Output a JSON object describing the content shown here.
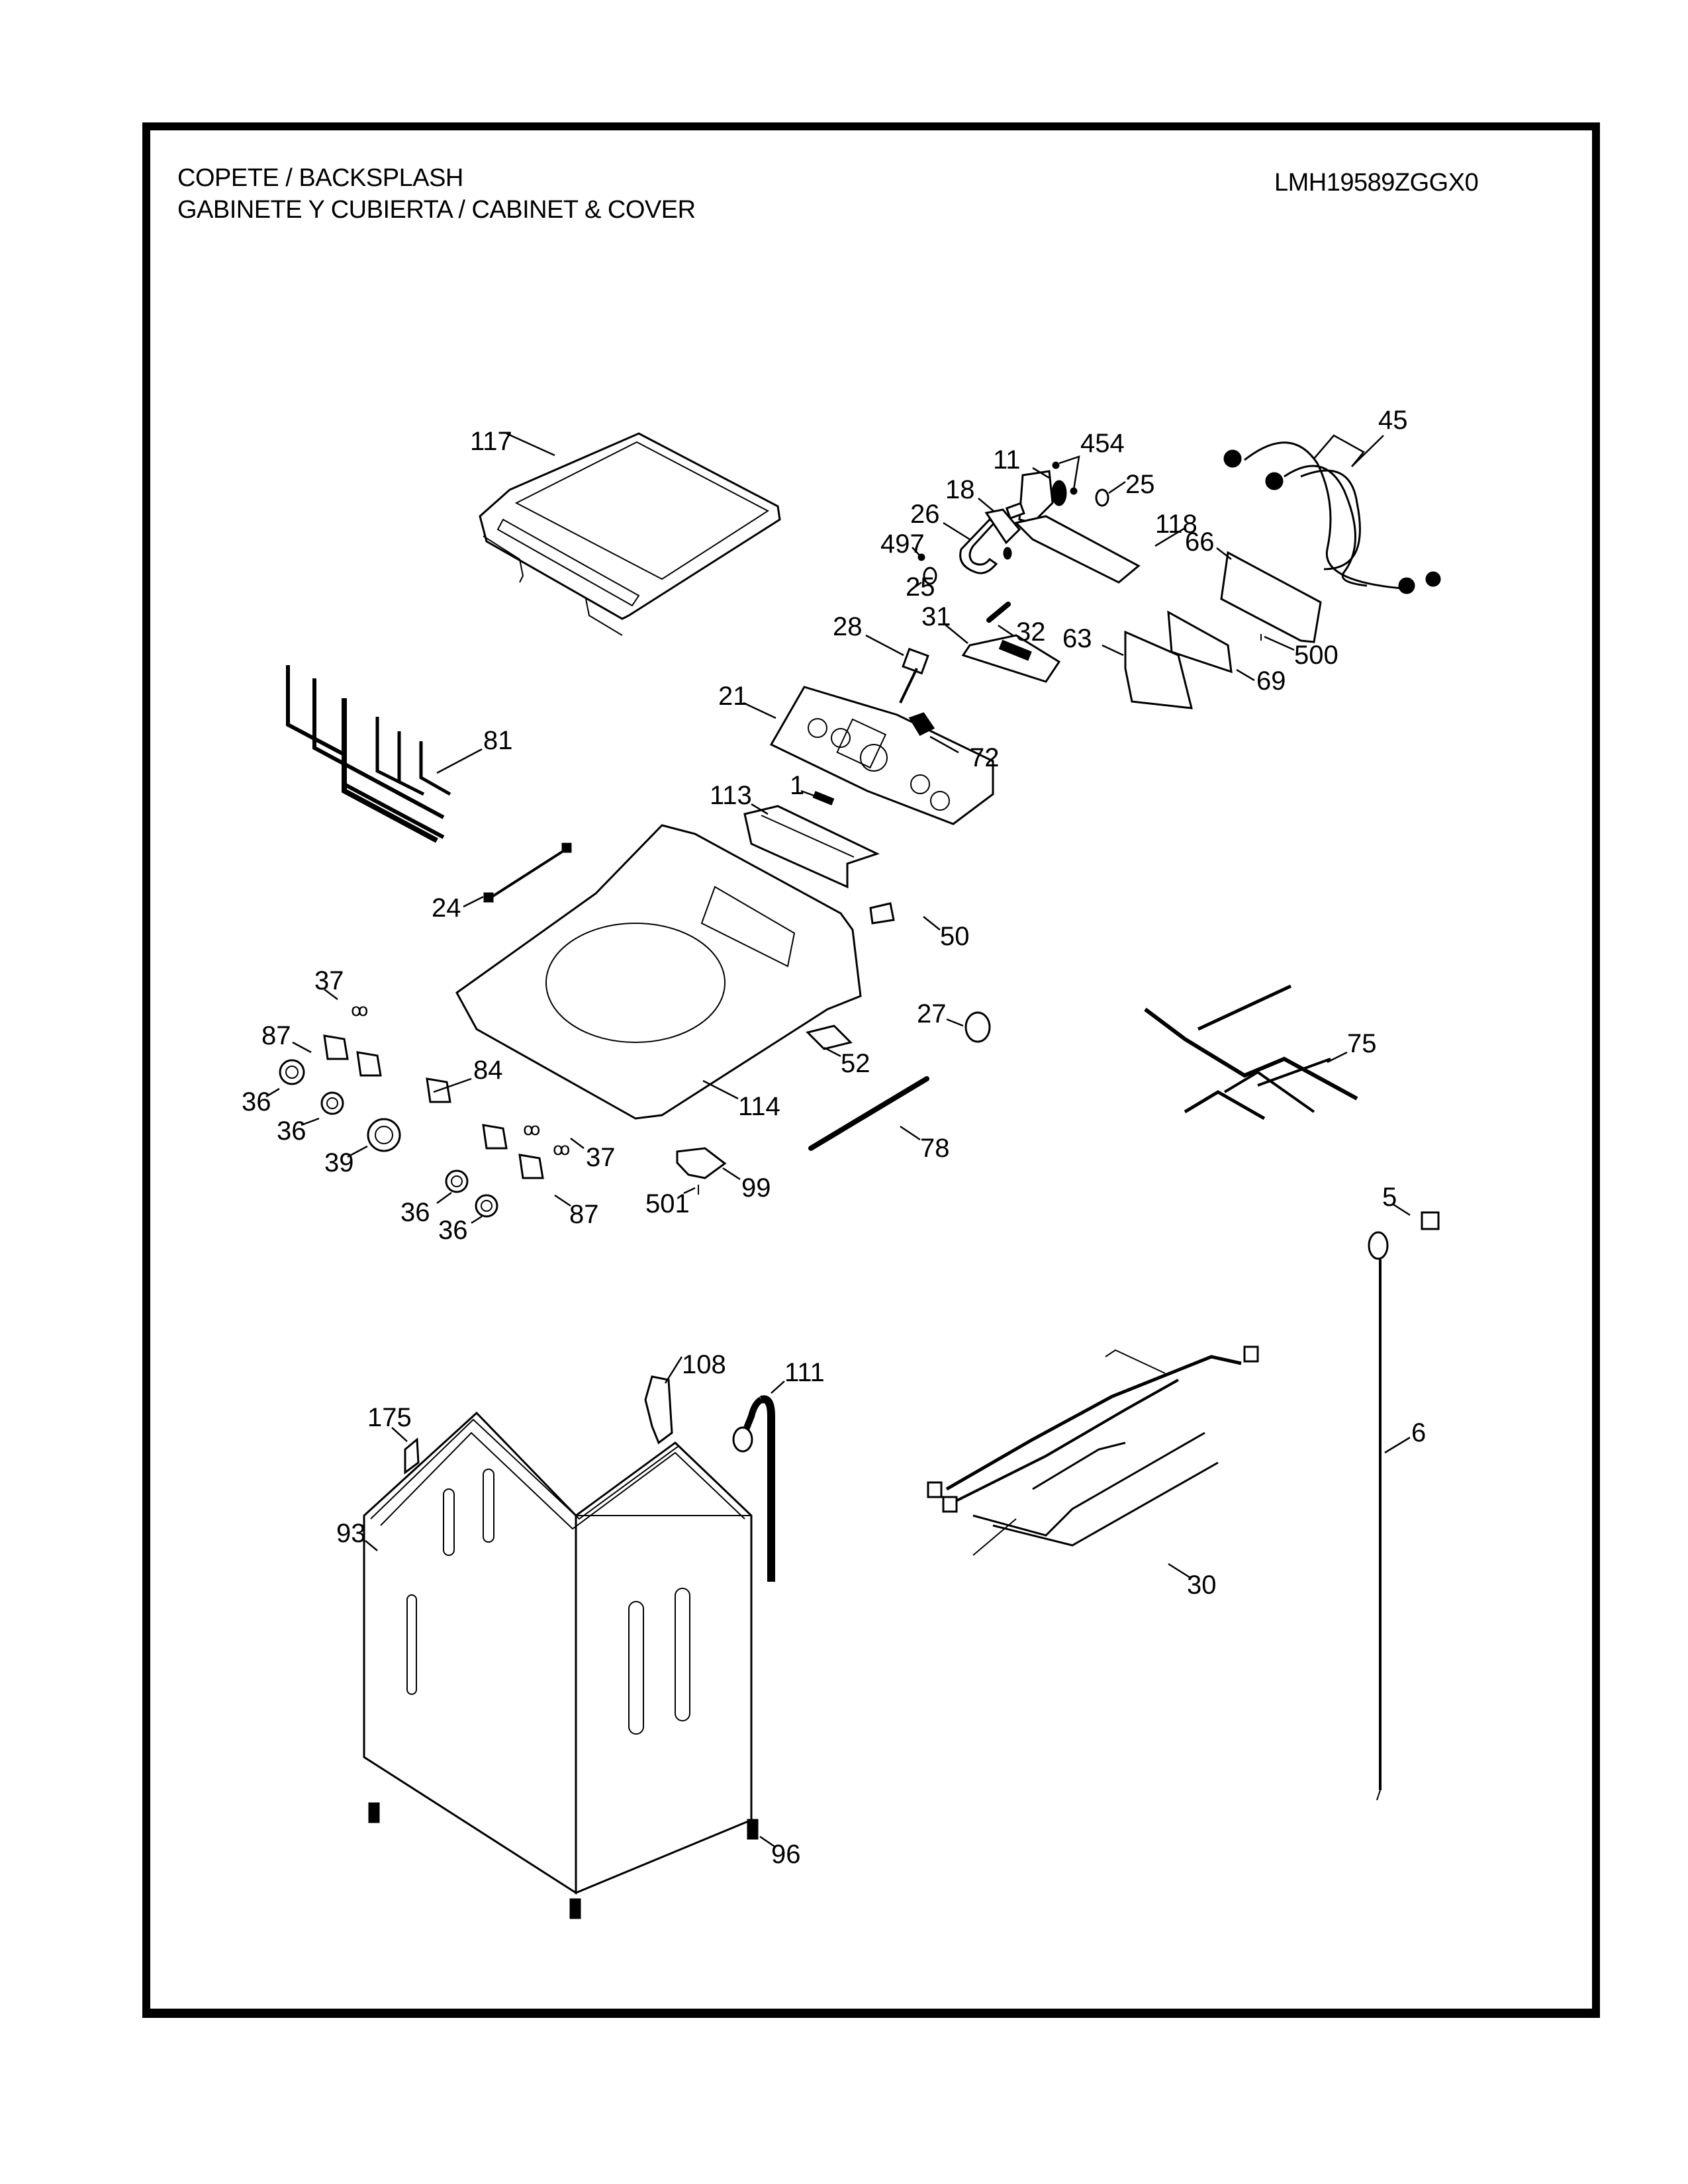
{
  "header": {
    "title_line1": "COPETE / BACKSPLASH",
    "title_line2": "GABINETE Y CUBIERTA / CABINET & COVER",
    "model_number": "LMH19589ZGGX0"
  },
  "callouts": [
    {
      "id": "c117",
      "label": "117",
      "part": "lid"
    },
    {
      "id": "c11",
      "label": "11",
      "part": "water-inlet-valve"
    },
    {
      "id": "c454",
      "label": "454",
      "part": "valve-screws"
    },
    {
      "id": "c45",
      "label": "45",
      "part": "inlet-hoses"
    },
    {
      "id": "c18",
      "label": "18",
      "part": "hose-clamp"
    },
    {
      "id": "c25a",
      "label": "25",
      "part": "hose-connector-upper"
    },
    {
      "id": "c26",
      "label": "26",
      "part": "inlet-hose-elbow"
    },
    {
      "id": "c118",
      "label": "118",
      "part": "valve-bracket"
    },
    {
      "id": "c497",
      "label": "497",
      "part": "screw"
    },
    {
      "id": "c25b",
      "label": "25",
      "part": "hose-connector-lower"
    },
    {
      "id": "c66",
      "label": "66",
      "part": "control-bracket"
    },
    {
      "id": "c32",
      "label": "32",
      "part": "light-pipe"
    },
    {
      "id": "c28",
      "label": "28",
      "part": "pressure-switch"
    },
    {
      "id": "c31",
      "label": "31",
      "part": "display-cover"
    },
    {
      "id": "c63",
      "label": "63",
      "part": "pcb-housing"
    },
    {
      "id": "c500",
      "label": "500",
      "part": "screw"
    },
    {
      "id": "c69",
      "label": "69",
      "part": "main-pcb"
    },
    {
      "id": "c21",
      "label": "21",
      "part": "control-panel"
    },
    {
      "id": "c72",
      "label": "72",
      "part": "switch"
    },
    {
      "id": "c81",
      "label": "81",
      "part": "wire-harness"
    },
    {
      "id": "c113",
      "label": "113",
      "part": "dispenser-drawer"
    },
    {
      "id": "c1",
      "label": "1",
      "part": "logo-badge"
    },
    {
      "id": "c24",
      "label": "24",
      "part": "cable"
    },
    {
      "id": "c50",
      "label": "50",
      "part": "lid-switch"
    },
    {
      "id": "c37a",
      "label": "37",
      "part": "clip"
    },
    {
      "id": "c87a",
      "label": "87",
      "part": "encoder"
    },
    {
      "id": "c27",
      "label": "27",
      "part": "motor-actuator"
    },
    {
      "id": "c75",
      "label": "75",
      "part": "wire-harness"
    },
    {
      "id": "c84",
      "label": "84",
      "part": "encoder"
    },
    {
      "id": "c52",
      "label": "52",
      "part": "lid-lock-plate"
    },
    {
      "id": "c36a",
      "label": "36",
      "part": "knob"
    },
    {
      "id": "c36b",
      "label": "36",
      "part": "knob"
    },
    {
      "id": "c114",
      "label": "114",
      "part": "top-cover"
    },
    {
      "id": "c39",
      "label": "39",
      "part": "center-knob"
    },
    {
      "id": "c37b",
      "label": "37",
      "part": "clip"
    },
    {
      "id": "c78",
      "label": "78",
      "part": "rod"
    },
    {
      "id": "c99",
      "label": "99",
      "part": "lid-lock"
    },
    {
      "id": "c36c",
      "label": "36",
      "part": "knob"
    },
    {
      "id": "c87b",
      "label": "87",
      "part": "encoder"
    },
    {
      "id": "c501",
      "label": "501",
      "part": "screw"
    },
    {
      "id": "c36d",
      "label": "36",
      "part": "knob"
    },
    {
      "id": "c5",
      "label": "5",
      "part": "plug-clip"
    },
    {
      "id": "c108",
      "label": "108",
      "part": "hose-guide"
    },
    {
      "id": "c111",
      "label": "111",
      "part": "drain-hose"
    },
    {
      "id": "c175",
      "label": "175",
      "part": "label"
    },
    {
      "id": "c6",
      "label": "6",
      "part": "power-cord"
    },
    {
      "id": "c93",
      "label": "93",
      "part": "cabinet"
    },
    {
      "id": "c30",
      "label": "30",
      "part": "main-wire-harness"
    },
    {
      "id": "c96",
      "label": "96",
      "part": "leveling-leg"
    }
  ]
}
